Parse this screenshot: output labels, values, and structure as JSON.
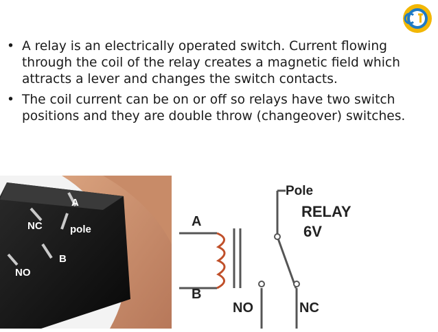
{
  "slide": {
    "bullets": [
      {
        "text": "A relay is an electrically operated switch. Current flowing through the coil of the relay creates a magnetic field which attracts a lever and changes the switch contacts."
      },
      {
        "text": "The coil current can be on or off so relays have two switch positions and they are double throw (changeover) switches."
      }
    ],
    "bullet_glyph": "•"
  },
  "logo": {
    "icon": "circular-emblem-icon",
    "colors": [
      "#f2b705",
      "#1f7ac4",
      "#ffffff"
    ]
  },
  "photo": {
    "labels": {
      "a": "A",
      "nc": "NC",
      "pole": "pole",
      "b": "B",
      "no": "NO"
    }
  },
  "schematic": {
    "labels": {
      "pole": "Pole",
      "relay": "RELAY",
      "voltage": "6V",
      "a": "A",
      "b": "B",
      "no": "NO",
      "nc": "NC"
    },
    "colors": {
      "coil": "#c0502a",
      "wire": "#555555",
      "text": "#222222"
    }
  }
}
